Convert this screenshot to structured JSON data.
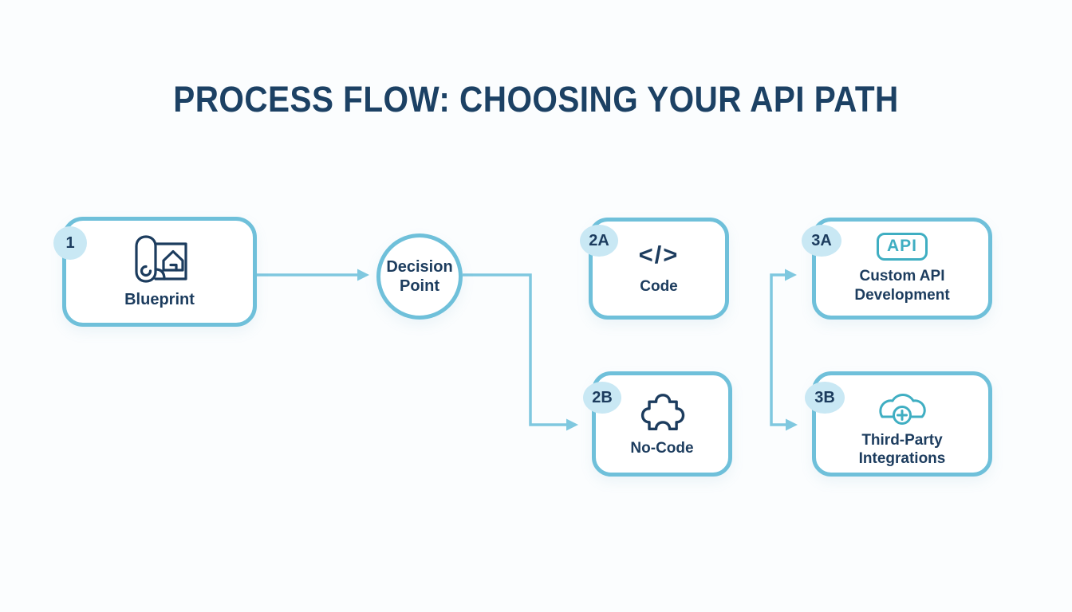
{
  "title": "PROCESS FLOW: CHOOSING YOUR API PATH",
  "colors": {
    "background": "#FBFDFE",
    "box_border": "#6FC0DA",
    "connector_line": "#7FC8DF",
    "badge_background": "#C9E8F4",
    "text_navy": "#1C3C5E",
    "title_navy": "#1C4164",
    "icon_teal": "#3FAEC2"
  },
  "nodes": {
    "blueprint": {
      "badge": "1",
      "label": "Blueprint",
      "icon": "blueprint-scroll-icon"
    },
    "decision": {
      "line1": "Decision",
      "line2": "Point"
    },
    "code": {
      "badge": "2A",
      "icon_glyph": "</>",
      "label": "Code"
    },
    "no_code": {
      "badge": "2B",
      "label": "No-Code",
      "icon": "puzzle-piece-icon"
    },
    "custom_api": {
      "badge": "3A",
      "icon_text": "API",
      "line1": "Custom API",
      "line2": "Development"
    },
    "third_party": {
      "badge": "3B",
      "line1": "Third-Party",
      "line2": "Integrations",
      "icon": "cloud-plus-icon"
    }
  }
}
